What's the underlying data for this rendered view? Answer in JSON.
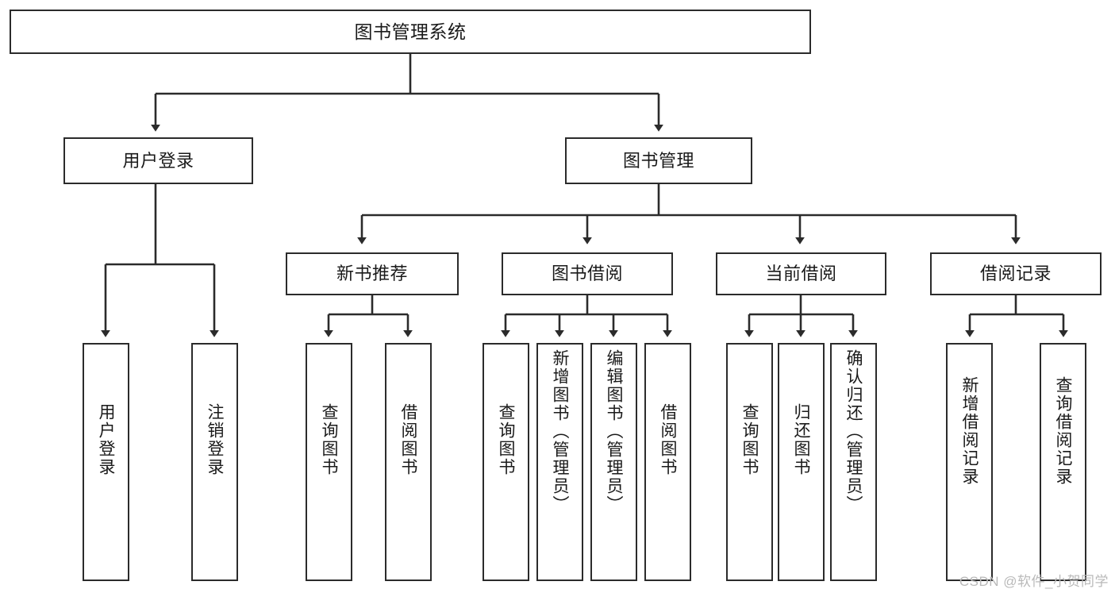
{
  "diagram": {
    "title": "图书管理系统",
    "type": "tree-hierarchy-chart",
    "colors": {
      "stroke": "#2b2b2b",
      "fill": "#ffffff",
      "text": "#1a1a1a",
      "watermark": "#b9b9b9"
    },
    "root": {
      "label": "图书管理系统"
    },
    "level2": [
      {
        "label": "用户登录"
      },
      {
        "label": "图书管理"
      }
    ],
    "level3": [
      {
        "label": "新书推荐"
      },
      {
        "label": "图书借阅"
      },
      {
        "label": "当前借阅"
      },
      {
        "label": "借阅记录"
      }
    ],
    "leaves": {
      "user_login": [
        {
          "label": "用户登录"
        },
        {
          "label": "注销登录"
        }
      ],
      "new_book_recommend": [
        {
          "label": "查询图书"
        },
        {
          "label": "借阅图书"
        }
      ],
      "book_borrow": [
        {
          "label": "查询图书"
        },
        {
          "label": "新增图书（管理员）"
        },
        {
          "label": "编辑图书（管理员）"
        },
        {
          "label": "借阅图书"
        }
      ],
      "current_borrow": [
        {
          "label": "查询图书"
        },
        {
          "label": "归还图书"
        },
        {
          "label": "确认归还（管理员）"
        }
      ],
      "borrow_record": [
        {
          "label": "新增借阅记录"
        },
        {
          "label": "查询借阅记录"
        }
      ]
    }
  },
  "watermark": {
    "text": "CSDN @软件_小贺同学"
  }
}
